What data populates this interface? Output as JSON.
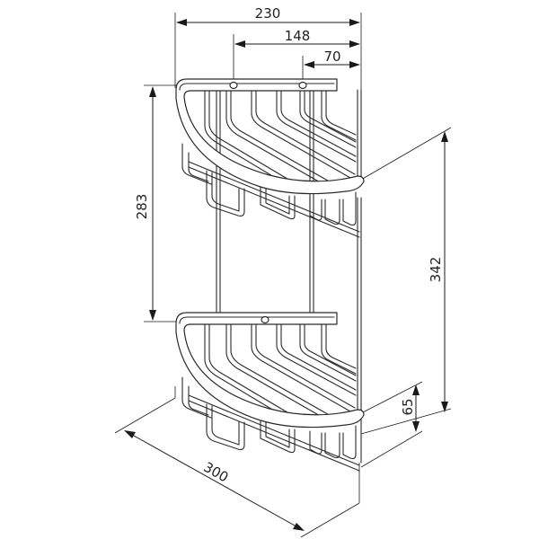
{
  "drawing": {
    "subject": "two-tier corner wire shower basket",
    "line_color": "#1a1a1a",
    "background": "#ffffff"
  },
  "dimensions": {
    "overall_width": {
      "label": "230",
      "orientation": "horizontal"
    },
    "hole_to_edge_far": {
      "label": "148",
      "orientation": "horizontal"
    },
    "hole_to_edge_near": {
      "label": "70",
      "orientation": "horizontal"
    },
    "shelf_spacing": {
      "label": "283",
      "orientation": "vertical"
    },
    "overall_height": {
      "label": "342",
      "orientation": "vertical"
    },
    "basket_depth": {
      "label": "65",
      "orientation": "vertical"
    },
    "diagonal_length": {
      "label": "300",
      "orientation": "diagonal"
    }
  }
}
